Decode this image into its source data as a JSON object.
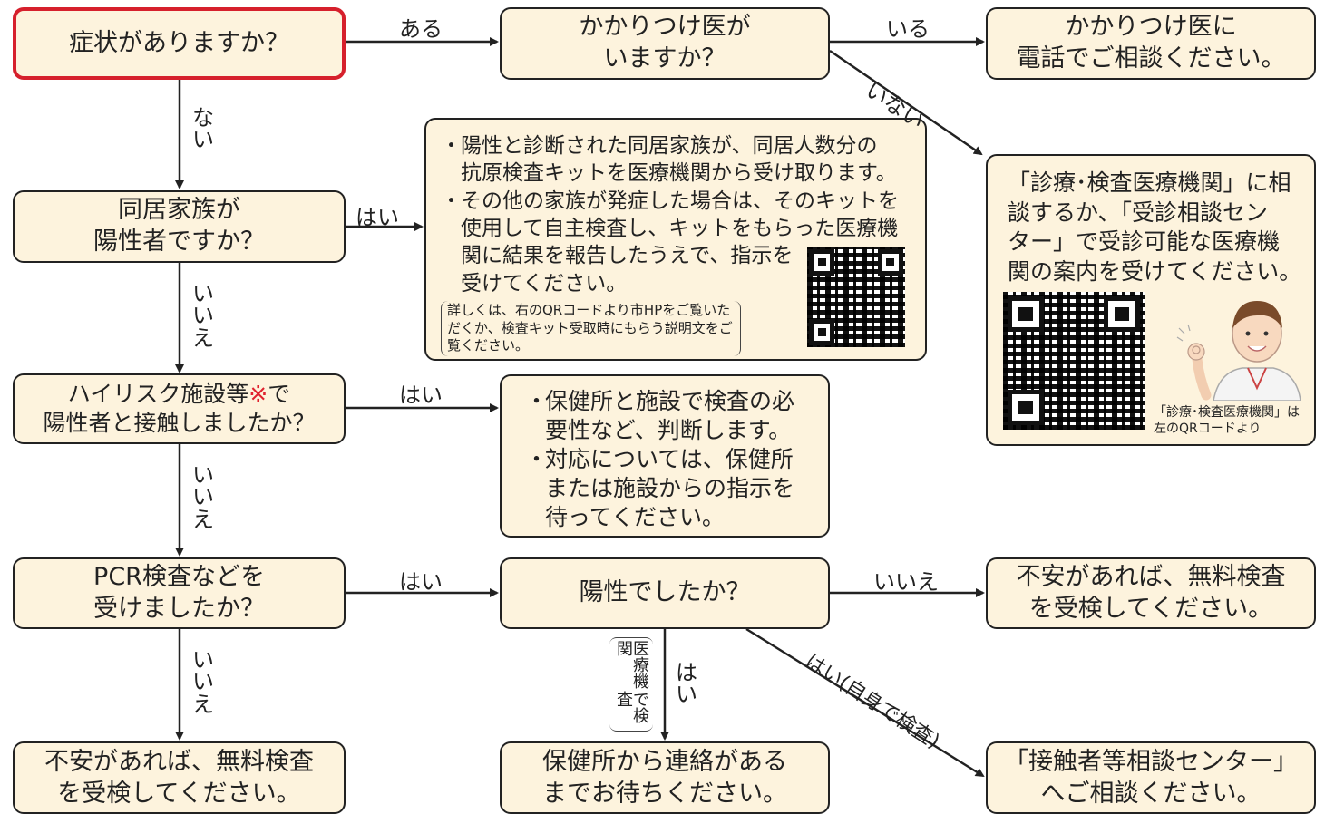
{
  "nodes": {
    "q_symptoms": [
      "症状がありますか？"
    ],
    "q_family_doctor": [
      "かかりつけ医が",
      "いますか？"
    ],
    "a_call_doctor": [
      "かかりつけ医に",
      "電話でご相談ください。"
    ],
    "q_household": [
      "同居家族が",
      "陽性者ですか？"
    ],
    "q_highrisk": {
      "pre": "ハイリスク施設等",
      "mark": "※",
      "post": "で",
      "line2": "陽性者と接触しましたか？"
    },
    "q_pcr": [
      "PCR検査などを",
      "受けましたか？"
    ],
    "a_free_test_left": [
      "不安があれば、無料検査",
      "を受検してください。"
    ],
    "q_positive": [
      "陽性でしたか？"
    ],
    "a_free_test_right": [
      "不安があれば、無料検査",
      "を受検してください。"
    ],
    "a_wait_health_center": [
      "保健所から連絡がある",
      "までお待ちください。"
    ],
    "a_contact_center": [
      "「接触者等相談センター」",
      "へご相談ください。"
    ],
    "a_clinic": [
      "「診療･検査医療機関」に相",
      "談するか、「受診相談セン",
      "ター」で受診可能な医療機",
      "関の案内を受けてください。"
    ],
    "clinic_qr_caption": [
      "「診療･検査医療機関」は",
      "左のQRコードより"
    ],
    "household_info": {
      "bullets": [
        [
          "陽性と診断された同居家族が、同居人数分の",
          "抗原検査キットを医療機関から受け取ります。"
        ],
        [
          "その他の家族が発症した場合は、そのキットを",
          "使用して自主検査し、キットをもらった医療機",
          "関に結果を報告したうえで、指示を",
          "受けてください。"
        ]
      ],
      "note": [
        "詳しくは、右のQRコードより市HPをご覧いた",
        "だくか、検査キット受取時にもらう説明文をご",
        "覧ください。"
      ]
    },
    "highrisk_info": {
      "bullets": [
        [
          "保健所と施設で検査の必",
          "要性など、判断します。"
        ],
        [
          "対応については、保健所",
          "または施設からの指示を",
          "待ってください。"
        ]
      ]
    }
  },
  "edge_labels": {
    "aru": "ある",
    "iru": "いる",
    "inai": "いない",
    "nai": [
      "な",
      "い"
    ],
    "hai_household": "はい",
    "iie_household": [
      "い",
      "い",
      "え"
    ],
    "hai_highrisk": "はい",
    "iie_highrisk": [
      "い",
      "い",
      "え"
    ],
    "hai_pcr": "はい",
    "iie_pcr": [
      "い",
      "い",
      "え"
    ],
    "iie_positive": "いいえ",
    "hai_positive": [
      "は",
      "い"
    ],
    "medical_test_note": [
      "医療機関",
      "で検査"
    ],
    "hai_self_test": "はい(自身で検査)"
  },
  "icons": [
    "qr-code-icon",
    "doctor-illustration-icon"
  ],
  "colors": {
    "box_fill": "#fdf3dd",
    "highlight_border": "#d6202c",
    "mark": "#e0212e"
  }
}
